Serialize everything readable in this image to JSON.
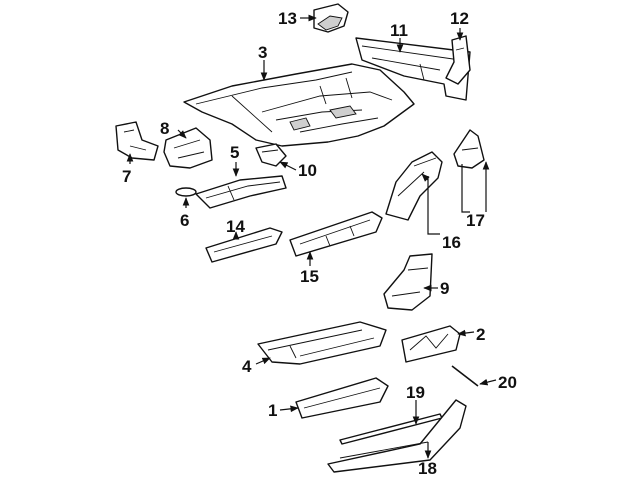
{
  "callouts": {
    "c1": "1",
    "c2": "2",
    "c3": "3",
    "c4": "4",
    "c5": "5",
    "c6": "6",
    "c7": "7",
    "c8": "8",
    "c9": "9",
    "c10": "10",
    "c11": "11",
    "c12": "12",
    "c13": "13",
    "c14": "14",
    "c15": "15",
    "c16": "16",
    "c17": "17",
    "c18": "18",
    "c19": "19",
    "c20": "20"
  },
  "colors": {
    "ink": "#111111",
    "background": "#ffffff",
    "shade": "#cfcfcf"
  }
}
